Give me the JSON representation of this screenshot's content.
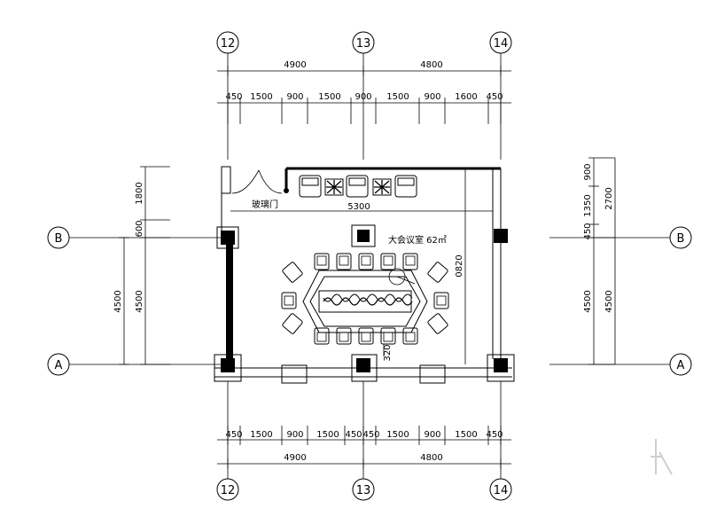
{
  "grid_columns": [
    "12",
    "13",
    "14"
  ],
  "grid_rows": [
    "B",
    "A"
  ],
  "dims": {
    "top_total": [
      "4900",
      "4800"
    ],
    "top_detail": [
      "450",
      "1500",
      "900",
      "1500",
      "900",
      "1500",
      "900",
      "1600",
      "450"
    ],
    "bottom_detail": [
      "450",
      "1500",
      "900",
      "1500",
      "450",
      "450",
      "1500",
      "900",
      "1500",
      "450"
    ],
    "bottom_total": [
      "4900",
      "4800"
    ],
    "left_outer": [
      "1800",
      "600",
      "4500"
    ],
    "left_inner": "4500",
    "right_inner": [
      "900",
      "1350",
      "450",
      "4500"
    ],
    "right_outer": [
      "2700",
      "4500"
    ],
    "inner_width": "5300",
    "inner_depth": "0820",
    "small_label": "320"
  },
  "labels": {
    "room": "大会议室 62㎡",
    "corridor": "玻璃门"
  }
}
